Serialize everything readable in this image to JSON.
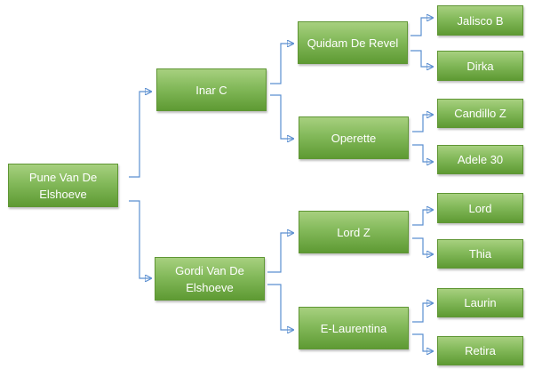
{
  "pedigree": {
    "root": "Pune Van De Elshoeve",
    "sire": "Inar C",
    "dam": "Gordi Van De Elshoeve",
    "sire_sire": "Quidam De Revel",
    "sire_dam": "Operette",
    "dam_sire": "Lord Z",
    "dam_dam": "E-Laurentina",
    "sire_sire_sire": "Jalisco B",
    "sire_sire_dam": "Dirka",
    "sire_dam_sire": "Candillo Z",
    "sire_dam_dam": "Adele 30",
    "dam_sire_sire": "Lord",
    "dam_sire_dam": "Thia",
    "dam_dam_sire": "Laurin",
    "dam_dam_dam": "Retira"
  },
  "colors": {
    "box_top": "#a7d07f",
    "box_bottom": "#5e9a33",
    "connector": "#5b8fd0",
    "text": "#ffffff"
  }
}
